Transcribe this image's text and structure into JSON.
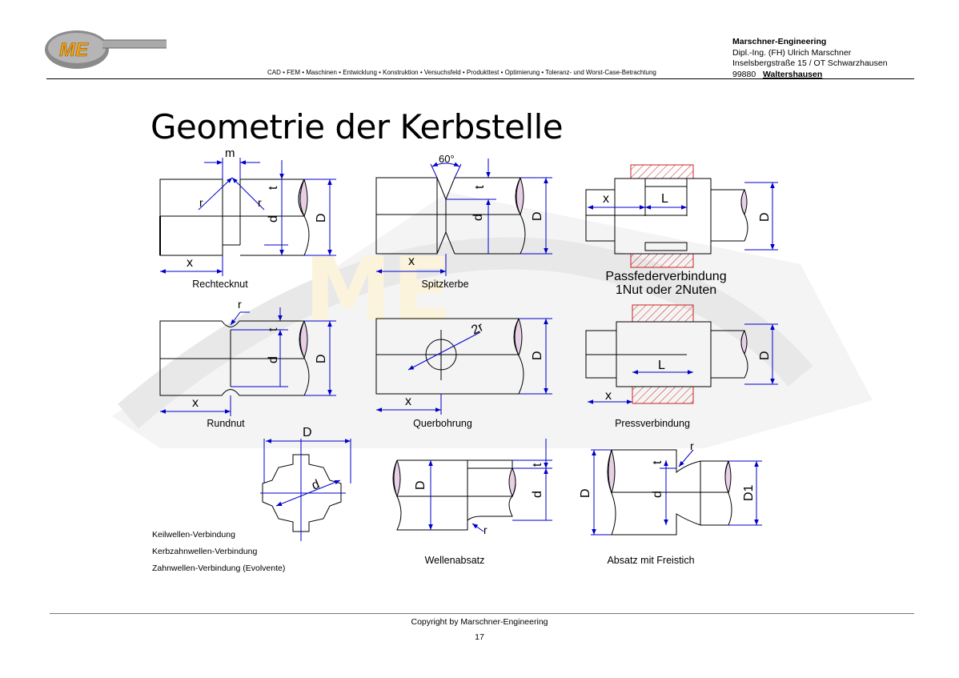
{
  "header": {
    "services": "CAD • FEM • Maschinen • Entwicklung • Konstruktion • Versuchsfeld • Produkttest  • Optimierung • Toleranz- und Worst-Case-Betrachtung",
    "company_name": "Marschner-Engineering",
    "owner": "Dipl.-Ing. (FH) Ulrich Marschner",
    "street": "Inselsbergstraße 15 / OT Schwarzhausen",
    "postcode": "99880",
    "city": "Waltershausen",
    "logo_text": "ME"
  },
  "page": {
    "title": "Geometrie der Kerbstelle"
  },
  "figures": {
    "rechtecknut": {
      "caption": "Rechtecknut",
      "m": "m",
      "r1": "r",
      "r2": "r",
      "t": "t",
      "d": "d",
      "D": "D",
      "x": "x"
    },
    "spitzkerbe": {
      "caption": "Spitzkerbe",
      "angle": "60°",
      "t": "t",
      "d": "d",
      "D": "D",
      "x": "x"
    },
    "passfeder": {
      "caption_line1": "Passfederverbindung",
      "caption_line2": "1Nut oder 2Nuten",
      "x": "x",
      "L": "L",
      "D": "D"
    },
    "rundnut": {
      "caption": "Rundnut",
      "r": "r",
      "t": "t",
      "d": "d",
      "D": "D",
      "x": "x"
    },
    "querbohrung": {
      "caption": "Querbohrung",
      "r2": "2r",
      "D": "D",
      "x": "x"
    },
    "pressverbindung": {
      "caption": "Pressverbindung",
      "L": "L",
      "D": "D",
      "x": "x"
    },
    "keilwelle": {
      "D": "D",
      "d": "d"
    },
    "keilwelle_captions": [
      "Keilwellen-Verbindung",
      "Kerbzahnwellen-Verbindung",
      "Zahnwellen-Verbindung (Evolvente)"
    ],
    "wellenabsatz": {
      "caption": "Wellenabsatz",
      "t": "t",
      "D": "D",
      "d": "d",
      "r": "r"
    },
    "freistich": {
      "caption": "Absatz mit Freistich",
      "r": "r",
      "t": "t",
      "D": "D",
      "d": "d",
      "D1": "D1"
    }
  },
  "footer": {
    "copyright": "Copyright by Marschner-Engineering",
    "page_number": "17"
  },
  "colors": {
    "dimension": "#0000cc",
    "hatch": "#cc2222",
    "watermark": "#f0f0f0"
  }
}
